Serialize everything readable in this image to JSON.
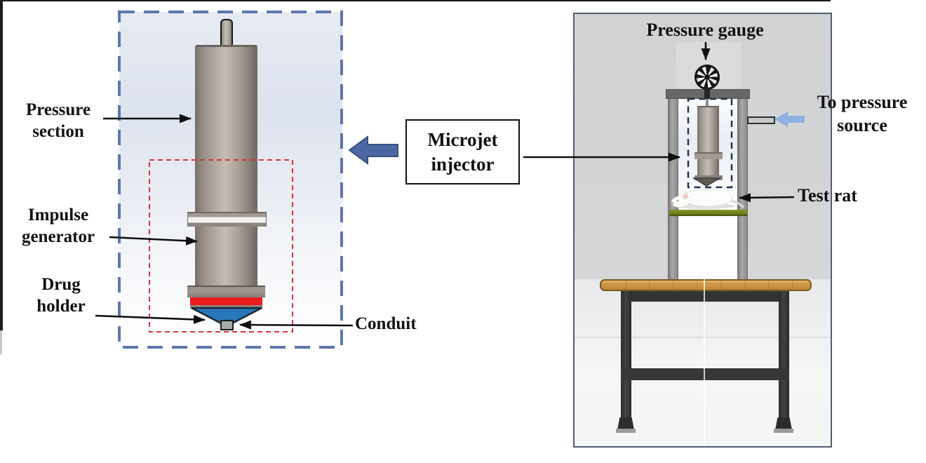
{
  "left_panel": {
    "labels": {
      "pressure_section": "Pressure section",
      "impulse_generator": "Impulse generator",
      "drug_holder": "Drug holder",
      "conduit": "Conduit"
    }
  },
  "center": {
    "device_label": "Microjet injector"
  },
  "right_panel": {
    "labels": {
      "pressure_gauge": "Pressure gauge",
      "to_pressure_source": "To pressure source",
      "test_rat": "Test rat"
    }
  },
  "colors": {
    "outline_blue_dashed": "#5f76ae",
    "outline_red_dashed": "#d63535",
    "outline_navy_dashed": "#232e4d",
    "drug_holder_blue": "#2878ba",
    "seal_red": "#ec1c1c",
    "device_gray": "#a59d96",
    "block_arrow_blue": "#4d67a5",
    "source_arrow_blue": "#8fb0e2",
    "table_wood": "#c9913f",
    "platform_green": "#76871c",
    "panel_wall_gray": "#d2d3d4"
  }
}
